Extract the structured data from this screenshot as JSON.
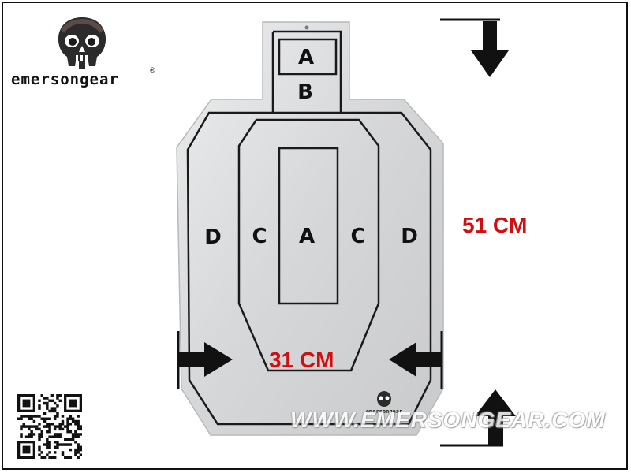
{
  "brand": {
    "name": "emersongear",
    "registered_mark": "®",
    "logo_icon": "skull-icon"
  },
  "target": {
    "zones": {
      "head_box": "A",
      "neck": "B",
      "center": "A",
      "left_mid": "C",
      "right_mid": "C",
      "left_outer": "D",
      "right_outer": "D"
    }
  },
  "dimensions": {
    "height": "51 CM",
    "width": "31 CM"
  },
  "watermark": {
    "text": "WWW.EMERSONGEAR.COM"
  },
  "colors": {
    "dimension_text": "#d01010",
    "target_fill": "#d9dadc",
    "outline": "#1a1a1a"
  }
}
